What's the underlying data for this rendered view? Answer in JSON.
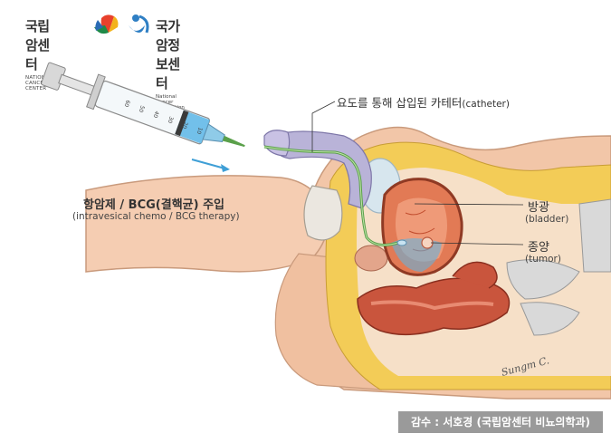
{
  "logos": {
    "nci_name": "국립암센터",
    "nci_english": "NATIONAL CANCER CENTER",
    "ncic_name": "국가암정보센터",
    "ncic_english": "National Cancer Information Center"
  },
  "labels": {
    "catheter": "요도를 통해 삽입된 카테터",
    "catheter_en": "(catheter)",
    "injection_title": "항암제 / BCG(결핵균) 주입",
    "injection_en": "(intravesical chemo / BCG therapy)",
    "bladder": "방광",
    "bladder_en": "(bladder)",
    "tumor": "종양",
    "tumor_en": "(tumor)"
  },
  "syringe_scale": [
    "60",
    "50",
    "40",
    "30",
    "20",
    "10"
  ],
  "signature": "Sungm C.",
  "credit": "감수 : 서호경 (국립암센터 비뇨의학과)",
  "colors": {
    "skin": "#f2c6a8",
    "fat": "#f3cc57",
    "bladder_wall": "#e27a55",
    "catheter": "#5aa04a",
    "fluid": "#5bb6e6",
    "arrow": "#3f9fd6",
    "credit_bg": "#9a9a9a"
  }
}
